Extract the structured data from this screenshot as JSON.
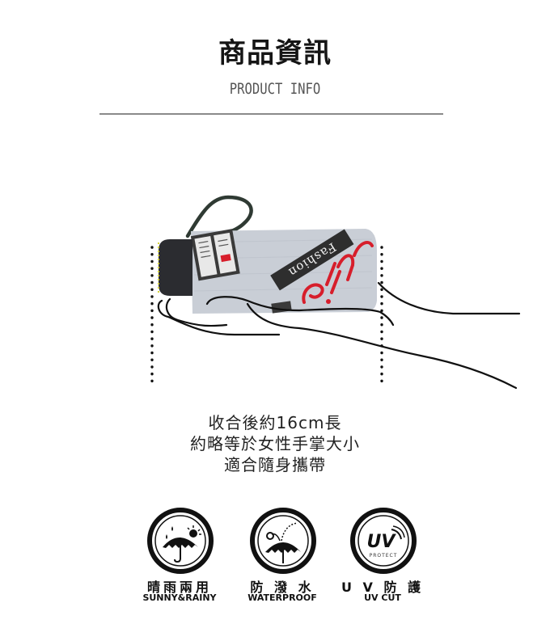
{
  "header": {
    "title": "商品資訊",
    "subtitle": "PRODUCT INFO"
  },
  "illustration": {
    "description": "Folded umbrella resting on an open hand, with dotted guide lines marking its length",
    "umbrella_text": "Fashion",
    "colors": {
      "body": "#c9ced6",
      "cap": "#2b2c30",
      "strap": "#2f3a33",
      "accent_red": "#d71e2b",
      "label_dark": "#2e2e2e",
      "guide_dots": "#111111"
    }
  },
  "description": {
    "lines": [
      "收合後約16cm長",
      "約略等於女性手掌大小",
      "適合隨身攜帶"
    ]
  },
  "features": [
    {
      "icon": "sun-rain-umbrella-icon",
      "label_zh": "晴雨兩用",
      "label_en": "SUNNY&RAINY"
    },
    {
      "icon": "waterproof-umbrella-icon",
      "label_zh": "防 潑 水",
      "label_en": "WATERPROOF"
    },
    {
      "icon": "uv-protect-icon",
      "label_zh": "U V 防 護",
      "label_en": "UV CUT",
      "icon_text": "UV",
      "icon_subtext": "PROTECT"
    }
  ]
}
